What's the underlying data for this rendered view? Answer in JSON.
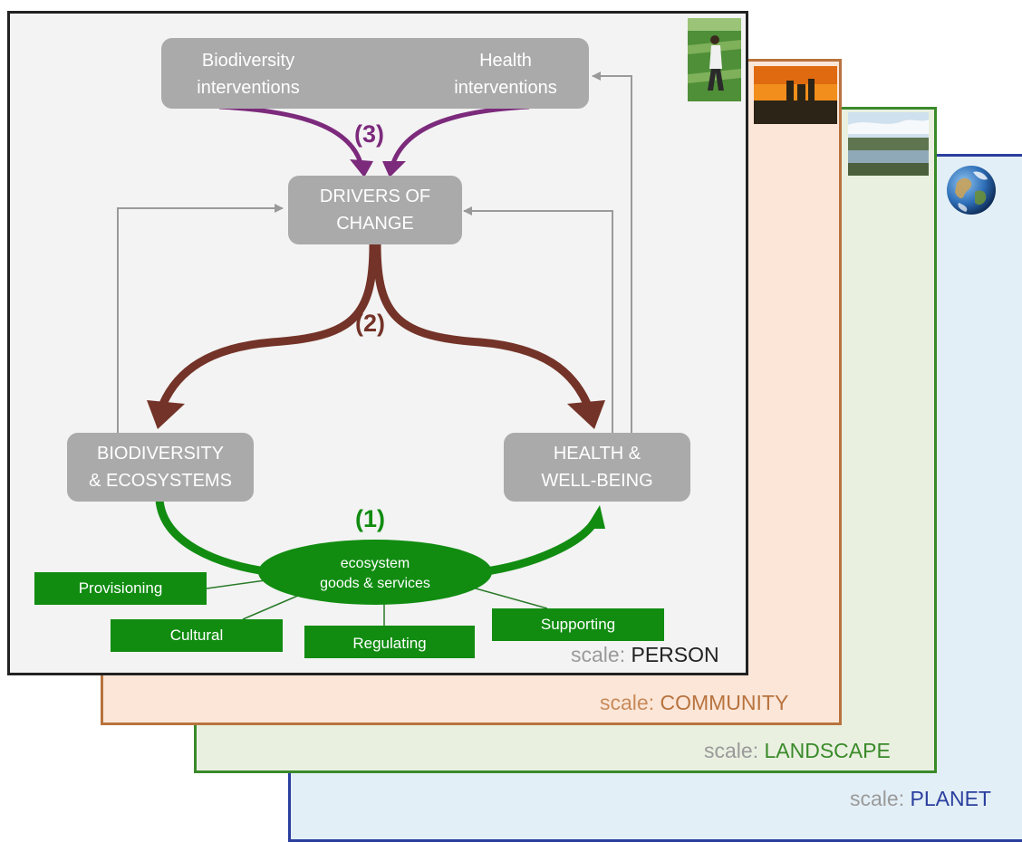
{
  "layers": {
    "planet": {
      "scale_word": "scale:",
      "name": "PLANET",
      "color": "#2a3f9e"
    },
    "landscape": {
      "scale_word": "scale:",
      "name": "LANDSCAPE",
      "color": "#3a8a2a"
    },
    "community": {
      "scale_word": "scale:",
      "name": "COMMUNITY",
      "color": "#b8733e"
    },
    "person": {
      "scale_word": "scale:",
      "name": "PERSON",
      "color": "#222222"
    }
  },
  "interventions": {
    "biodiversity": [
      "Biodiversity",
      "interventions"
    ],
    "health": [
      "Health",
      "interventions"
    ]
  },
  "drivers": [
    "DRIVERS OF",
    "CHANGE"
  ],
  "biodiversity_box": [
    "BIODIVERSITY",
    "& ECOSYSTEMS"
  ],
  "health_box": [
    "HEALTH &",
    "WELL-BEING"
  ],
  "pathways": {
    "one": "(1)",
    "two": "(2)",
    "three": "(3)"
  },
  "ecosystem_goods": [
    "ecosystem",
    "goods & services"
  ],
  "services": {
    "provisioning": "Provisioning",
    "cultural": "Cultural",
    "regulating": "Regulating",
    "supporting": "Supporting"
  },
  "colors": {
    "green": "#118c11",
    "brown": "#743328",
    "purple": "#7c2a7c",
    "grey_box": "#aaaaaa",
    "grey_arrow": "#9a9a9a"
  }
}
